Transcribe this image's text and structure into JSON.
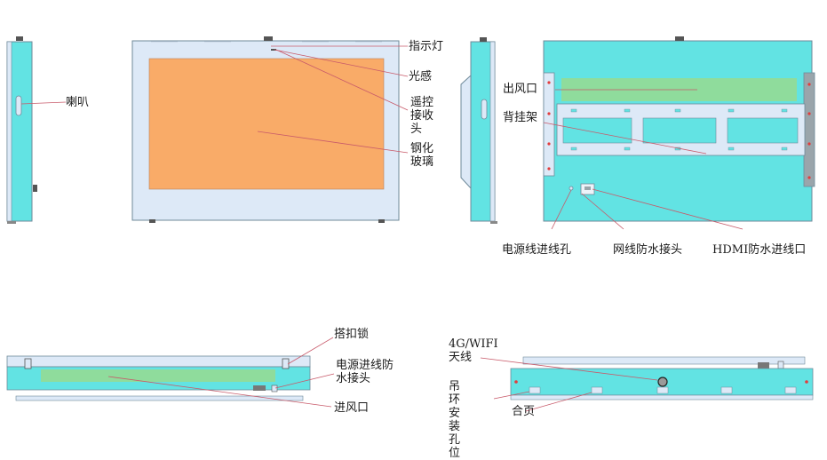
{
  "labels": {
    "speaker": "喇叭",
    "indicator": "指示灯",
    "light_sensor": "光感",
    "remote_receiver": "遥控接收头",
    "tempered_glass": "钢化玻璃",
    "air_outlet": "出风口",
    "back_mount": "背挂架",
    "power_inlet_hole": "电源线进线孔",
    "network_connector": "网线防水接头",
    "hdmi_inlet": "HDMI防水进线口",
    "latch_lock": "搭扣锁",
    "power_waterproof_connector": "电源进线防水接头",
    "air_inlet": "进风口",
    "antenna": "4G/WIFI天线",
    "hanging_ring_holes": "吊环安装孔位",
    "hinge": "合页"
  },
  "colors": {
    "cabinet_cyan": "#62e3e3",
    "frame_blue": "#dde9f7",
    "screen_orange": "#f9ab68",
    "vent_green": "#8fdc9c",
    "outline": "#6f8a9a",
    "dark_part": "#555555",
    "red_dot": "#e23c3c",
    "leader_line": "#c85a6a"
  }
}
